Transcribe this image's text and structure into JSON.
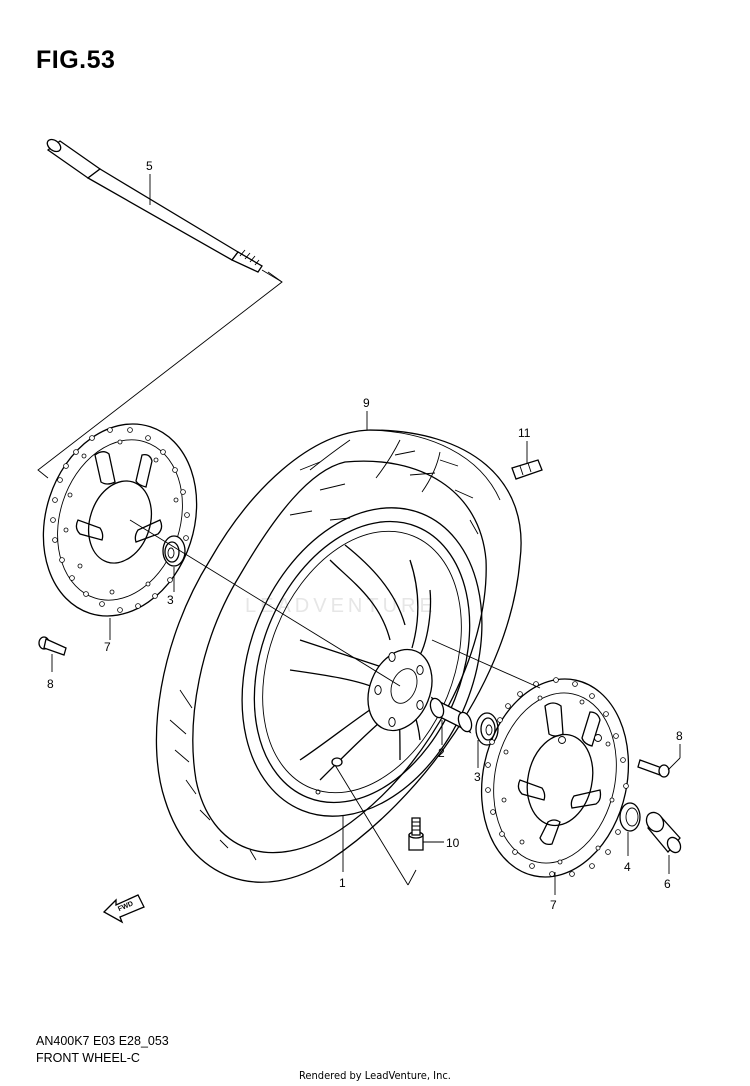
{
  "figure": {
    "title": "FIG.53"
  },
  "footer": {
    "part_code": "AN400K7 E03 E28_053",
    "section": "FRONT WHEEL-C",
    "credit": "Rendered by LeadVenture, Inc."
  },
  "watermark": "LEADVENTURE",
  "fwd_label": "FWD",
  "callouts": [
    {
      "id": "1",
      "part": "wheel"
    },
    {
      "id": "2",
      "part": "spacer"
    },
    {
      "id": "3",
      "part": "bearing-left"
    },
    {
      "id": "3",
      "part": "bearing-right"
    },
    {
      "id": "4",
      "part": "seal"
    },
    {
      "id": "5",
      "part": "axle"
    },
    {
      "id": "6",
      "part": "collar"
    },
    {
      "id": "7",
      "part": "disc-left"
    },
    {
      "id": "7",
      "part": "disc-right"
    },
    {
      "id": "8",
      "part": "bolt-left"
    },
    {
      "id": "8",
      "part": "bolt-right"
    },
    {
      "id": "9",
      "part": "tire"
    },
    {
      "id": "10",
      "part": "valve"
    },
    {
      "id": "11",
      "part": "balancer"
    }
  ]
}
